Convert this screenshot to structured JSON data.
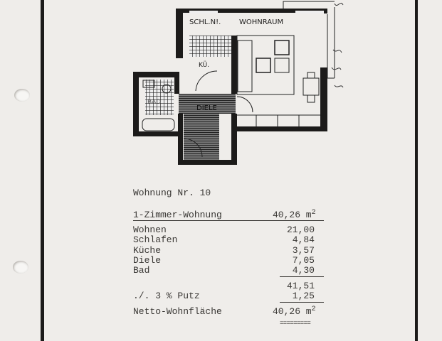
{
  "floor_plan": {
    "labels": {
      "schlafnische": "SCHL.N!.",
      "wohnraum": "WOHNRAUM",
      "kueche": "KÜ.",
      "bad": "BAD",
      "diele": "DIELE"
    }
  },
  "heading": "Wohnung Nr. 10",
  "summary": {
    "label": "1-Zimmer-Wohnung",
    "value": "40,26 m",
    "unit_exp": "2"
  },
  "rooms": [
    {
      "name": "Wohnen",
      "area": "21,00"
    },
    {
      "name": "Schlafen",
      "area": "4,84"
    },
    {
      "name": "Küche",
      "area": "3,57"
    },
    {
      "name": "Diele",
      "area": "7,05"
    },
    {
      "name": "Bad",
      "area": "4,30"
    }
  ],
  "subtotal": "41,51",
  "deduction": {
    "label": "./. 3 % Putz",
    "value": "1,25"
  },
  "net": {
    "label": "Netto-Wohnfläche",
    "value": "40,26 m",
    "unit_exp": "2"
  },
  "double_underline": "========="
}
